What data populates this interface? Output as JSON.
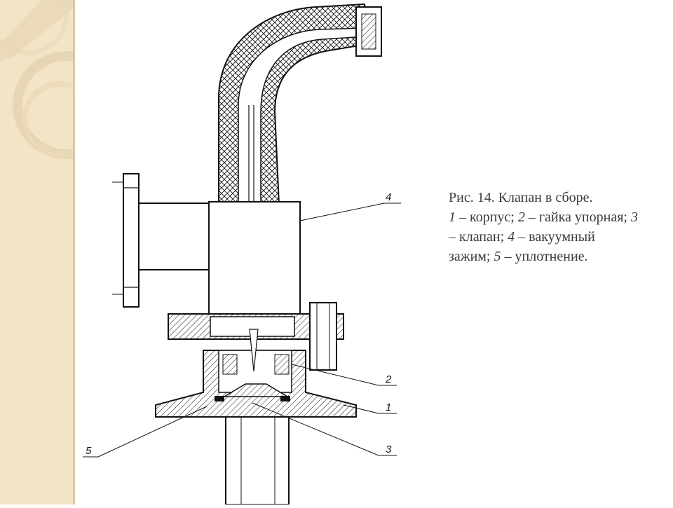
{
  "caption": {
    "prefix": "Рис. 14. Клапан в сборе.",
    "items": [
      {
        "num": "1",
        "text": " – корпус; "
      },
      {
        "num": "2",
        "text": " – гайка упорная; "
      },
      {
        "num": "3",
        "text": " – клапан; "
      },
      {
        "num": "4",
        "text": " – вакуумный зажим; "
      },
      {
        "num": "5",
        "text": " – уплотнение."
      }
    ]
  },
  "callouts": {
    "c1": "1",
    "c2": "2",
    "c3": "3",
    "c4": "4",
    "c5": "5"
  },
  "colors": {
    "strip": "#f3e4c7",
    "caption_text": "#3b3b3b",
    "ink": "#1a1a1a"
  }
}
